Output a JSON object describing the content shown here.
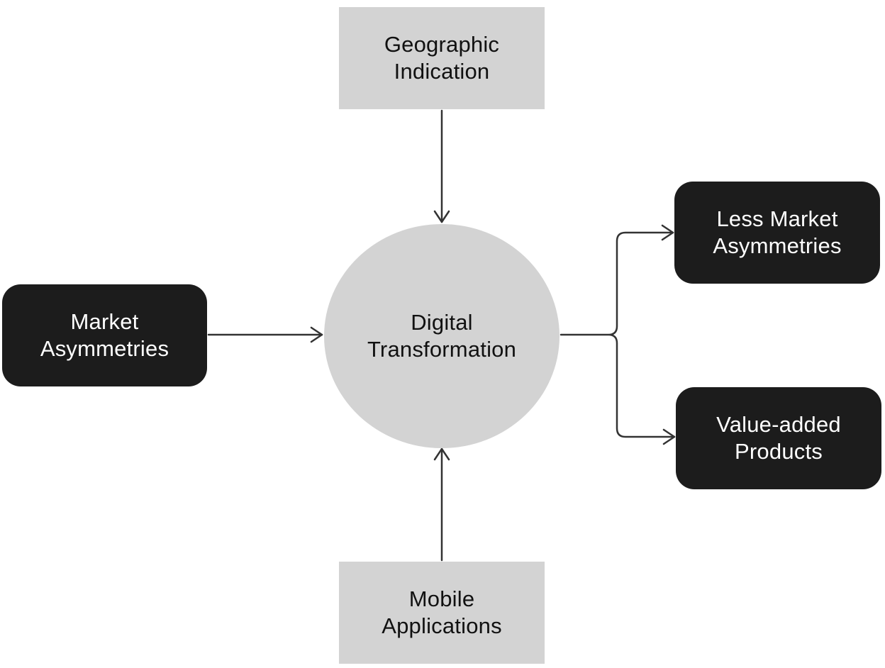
{
  "diagram": {
    "nodes": {
      "geographic_indication": "Geographic\nIndication",
      "mobile_applications": "Mobile\nApplications",
      "market_asymmetries": "Market\nAsymmetries",
      "digital_transformation": "Digital\nTransformation",
      "less_market_asymmetries": "Less Market\nAsymmetries",
      "value_added_products": "Value-added\nProducts"
    },
    "edges": [
      {
        "from": "Geographic Indication",
        "to": "Digital Transformation"
      },
      {
        "from": "Mobile Applications",
        "to": "Digital Transformation"
      },
      {
        "from": "Market Asymmetries",
        "to": "Digital Transformation"
      },
      {
        "from": "Digital Transformation",
        "to": "Less Market Asymmetries"
      },
      {
        "from": "Digital Transformation",
        "to": "Value-added Products"
      }
    ],
    "colors": {
      "light_fill": "#d3d3d3",
      "dark_fill": "#1c1c1c",
      "connector": "#333333"
    }
  }
}
